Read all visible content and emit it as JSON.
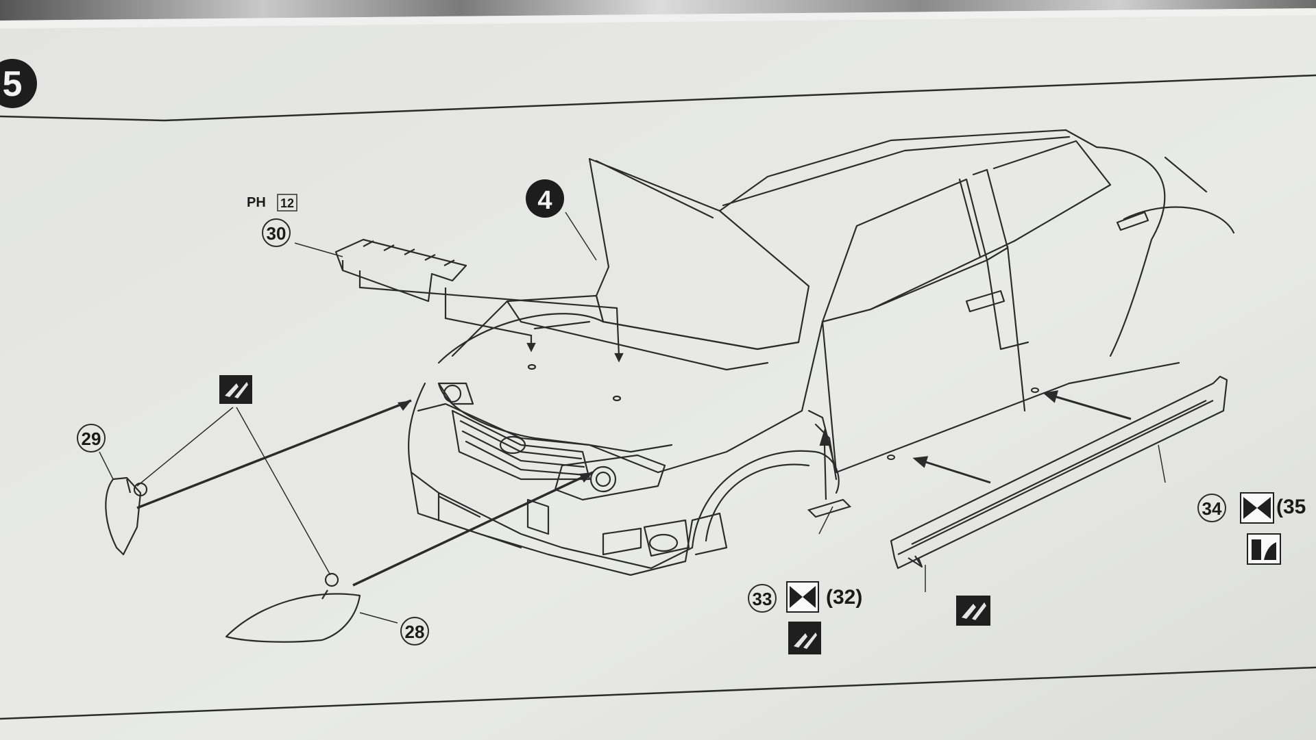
{
  "step": {
    "number": "5"
  },
  "reference": {
    "number": "4"
  },
  "parts": {
    "vent": {
      "number": "30",
      "paint_prefix": "PH",
      "paint_code": "12"
    },
    "left_mirror": {
      "number": "29"
    },
    "right_mirror": {
      "number": "28"
    },
    "fender_trim": {
      "number": "33",
      "alt_number": "(32)"
    },
    "side_skirt": {
      "number": "34",
      "alt_number": "(35"
    }
  },
  "icons": {
    "glue": "cement-icon",
    "mirror_symmetry": "mirror-pair-icon",
    "left_right": "left-right-icon"
  },
  "colors": {
    "paper": "#e7e8e6",
    "ink": "#1f1f1f",
    "background": "#3b3d3e"
  }
}
